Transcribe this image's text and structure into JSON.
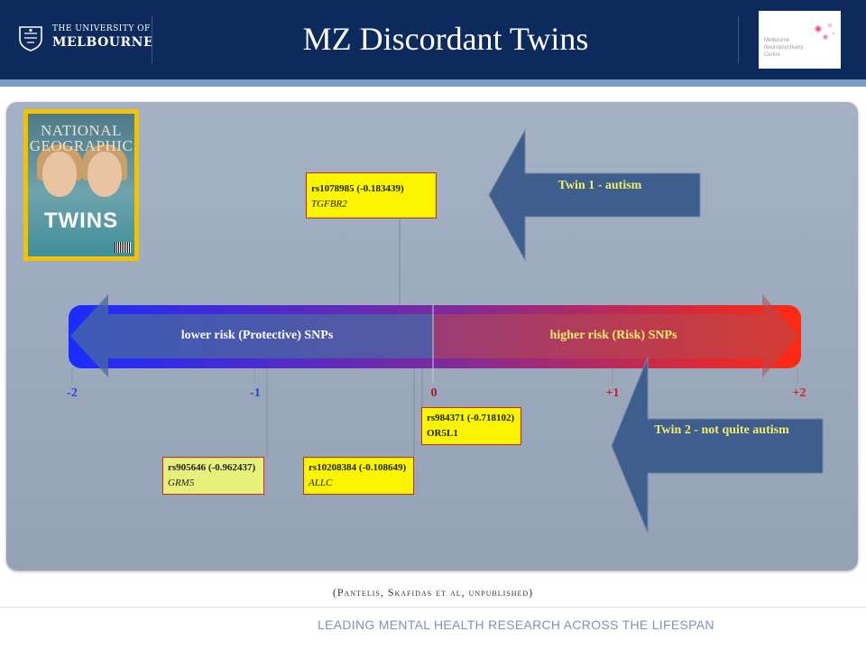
{
  "header": {
    "university_line1": "THE UNIVERSITY OF",
    "university_line2": "MELBOURNE",
    "title": "MZ Discordant Twins",
    "partner_logo_text": "Melbourne Neuropsychiatry Centre"
  },
  "magazine": {
    "masthead": "NATIONAL GEOGRAPHIC",
    "cover_word": "TWINS"
  },
  "diagram": {
    "axis_ticks": [
      "-2",
      "-1",
      "0",
      "+1",
      "+2"
    ],
    "bar_left_label": "lower risk (Protective) SNPs",
    "bar_right_label": "higher risk (Risk) SNPs",
    "twin1_label": "Twin 1 - autism",
    "twin2_label": "Twin 2 - not quite autism",
    "snps": [
      {
        "id": "rs1078985 (-0.183439)",
        "gene": "TGFBR2"
      },
      {
        "id": "rs984371 (-0.718102)",
        "gene": "OR5L1"
      },
      {
        "id": "rs905646 (-0.962437)",
        "gene": "GRM5"
      },
      {
        "id": "rs10208384 (-0.108649)",
        "gene": "ALLC"
      }
    ],
    "colors": {
      "protective": "#2233ff",
      "risk": "#ff2a10",
      "arrow": "#3e5f8e",
      "snp_box": "#fbf500",
      "snp_box_light": "#e6f07a"
    }
  },
  "citation": "(Pantelis, Skafidas et al, unpublished)",
  "tagline": "LEADING MENTAL HEALTH RESEARCH ACROSS THE LIFESPAN"
}
